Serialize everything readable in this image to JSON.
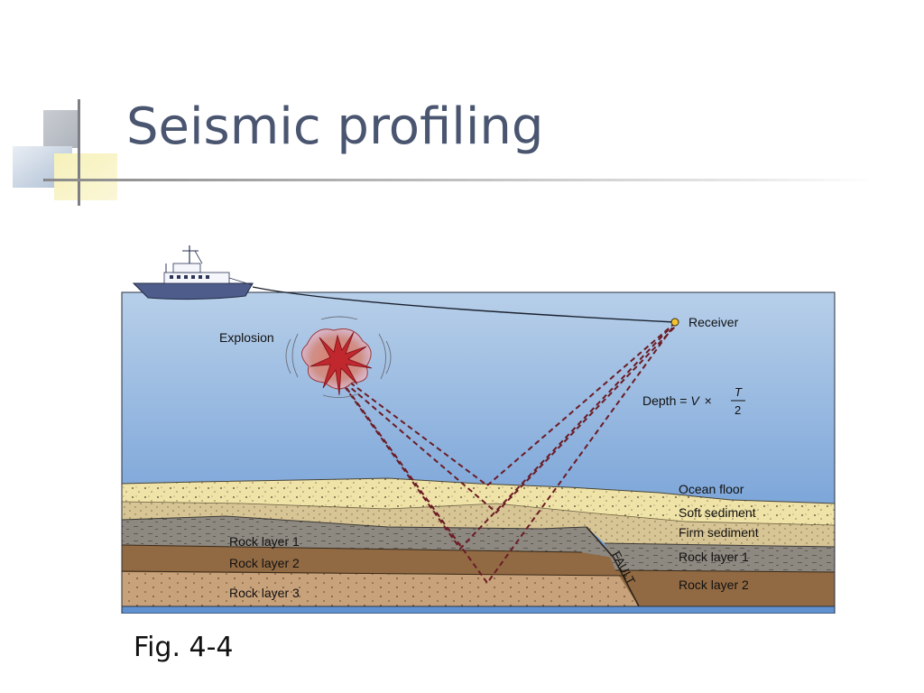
{
  "slide": {
    "title": "Seismic profiling",
    "caption": "Fig. 4-4"
  },
  "diagram": {
    "labels": {
      "explosion": "Explosion",
      "receiver": "Receiver",
      "formula_prefix": "Depth = ",
      "formula_v": "V",
      "formula_times": "×",
      "formula_num": "T",
      "formula_den": "2",
      "ocean_floor": "Ocean floor",
      "soft_sediment": "Soft sediment",
      "firm_sediment": "Firm sediment",
      "rock1_left": "Rock layer 1",
      "rock2_left": "Rock layer 2",
      "rock3_left": "Rock layer 3",
      "rock1_right": "Rock layer 1",
      "rock2_right": "Rock layer 2",
      "fault": "FAULT"
    },
    "colors": {
      "water_top": "#b7cfe9",
      "water_bottom": "#5e8fcf",
      "soft_sediment": "#efe2a6",
      "firm_sediment": "#d7c493",
      "rock_layer_1": "#8c8780",
      "rock_layer_2": "#8f6a44",
      "rock_layer_3": "#c7a07a",
      "ray": "#6b1b24",
      "explosion": "#c0282e"
    }
  }
}
